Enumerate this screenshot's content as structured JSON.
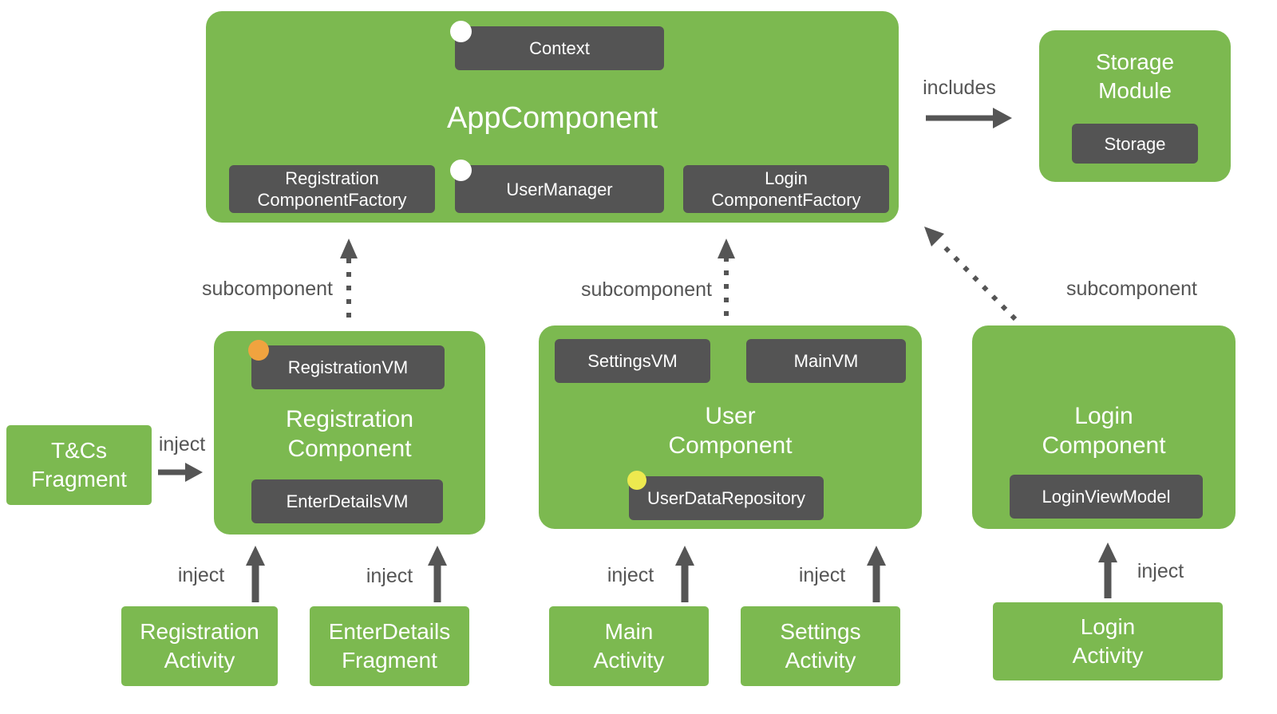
{
  "colors": {
    "box_green": "#7CB950",
    "badge_dark": "#545454",
    "arrow_gray": "#555555",
    "dot_white": "#FFFFFF",
    "dot_orange": "#F0A33F",
    "dot_yellow": "#EDE94F"
  },
  "app_component": {
    "title": "AppComponent",
    "context": "Context",
    "registration_factory": "Registration\nComponentFactory",
    "user_manager": "UserManager",
    "login_factory": "Login\nComponentFactory"
  },
  "storage_module": {
    "title": "Storage\nModule",
    "storage": "Storage"
  },
  "registration_component": {
    "title": "Registration\nComponent",
    "registration_vm": "RegistrationVM",
    "enter_details_vm": "EnterDetailsVM"
  },
  "user_component": {
    "title": "User\nComponent",
    "settings_vm": "SettingsVM",
    "main_vm": "MainVM",
    "user_data_repository": "UserDataRepository"
  },
  "login_component": {
    "title": "Login\nComponent",
    "login_view_model": "LoginViewModel"
  },
  "tcs_fragment": {
    "title": "T&Cs\nFragment"
  },
  "bottom_row": {
    "registration_activity": "Registration\nActivity",
    "enterdetails_fragment": "EnterDetails\nFragment",
    "main_activity": "Main\nActivity",
    "settings_activity": "Settings\nActivity",
    "login_activity": "Login\nActivity"
  },
  "labels": {
    "includes": "includes",
    "subcomponent": "subcomponent",
    "inject": "inject"
  }
}
